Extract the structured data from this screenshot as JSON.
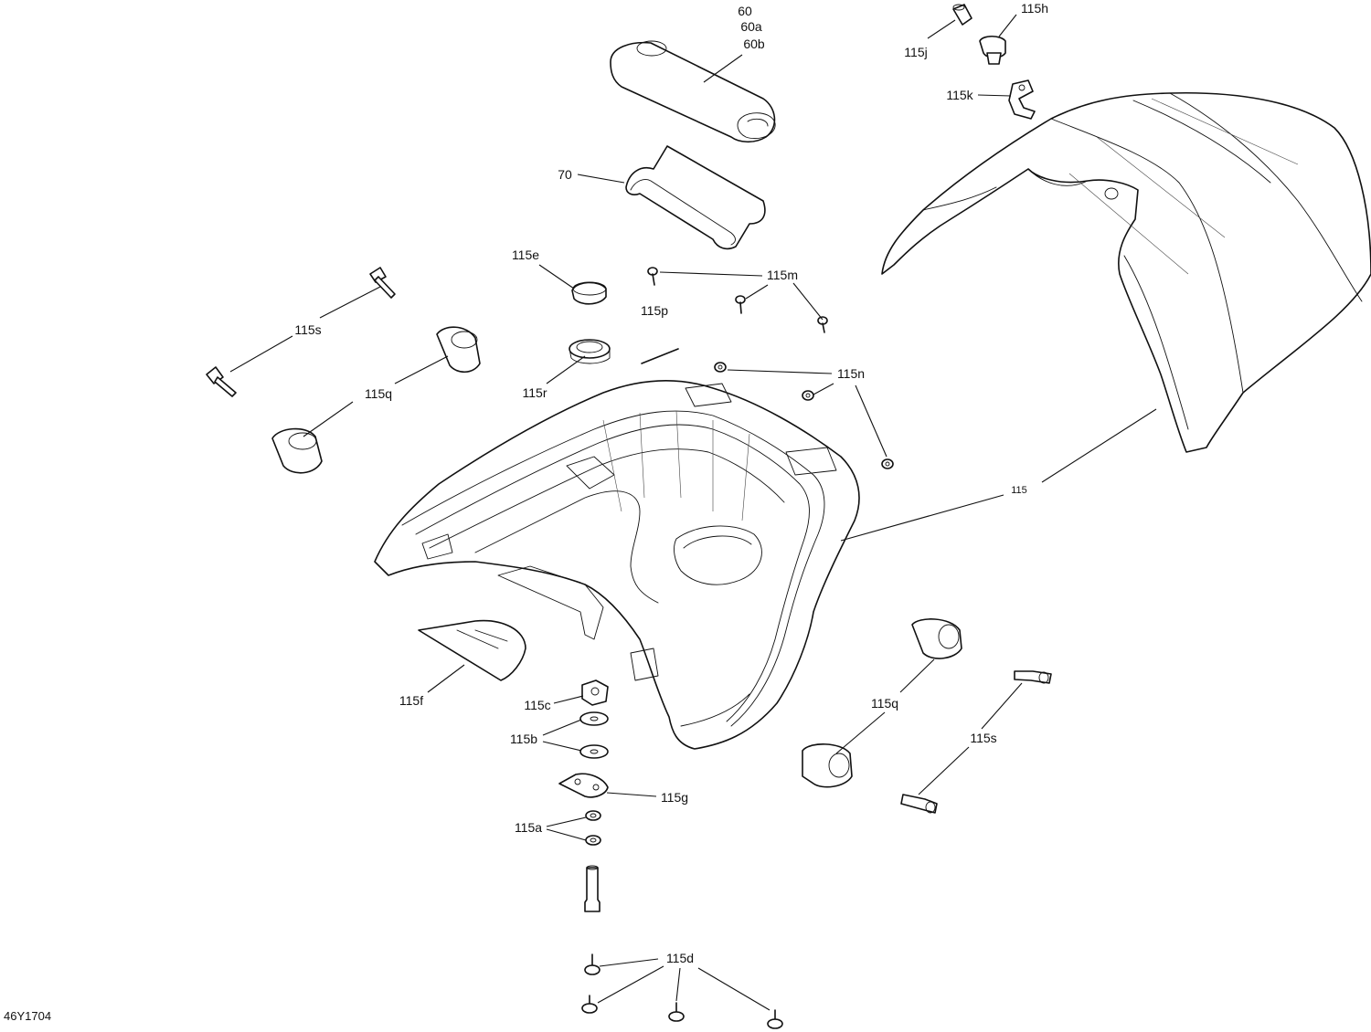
{
  "diagram_code": "46Y1704",
  "labels": {
    "l60": "60",
    "l60a": "60a",
    "l60b": "60b",
    "l70": "70",
    "l115": "115",
    "l115a": "115a",
    "l115b": "115b",
    "l115c": "115c",
    "l115d": "115d",
    "l115e": "115e",
    "l115f": "115f",
    "l115g": "115g",
    "l115h": "115h",
    "l115j": "115j",
    "l115k": "115k",
    "l115m": "115m",
    "l115n": "115n",
    "l115p": "115p",
    "l115q_left": "115q",
    "l115q_right": "115q",
    "l115r": "115r",
    "l115s_left": "115s",
    "l115s_right": "115s"
  },
  "colors": {
    "line": "#111111",
    "background": "#ffffff"
  }
}
